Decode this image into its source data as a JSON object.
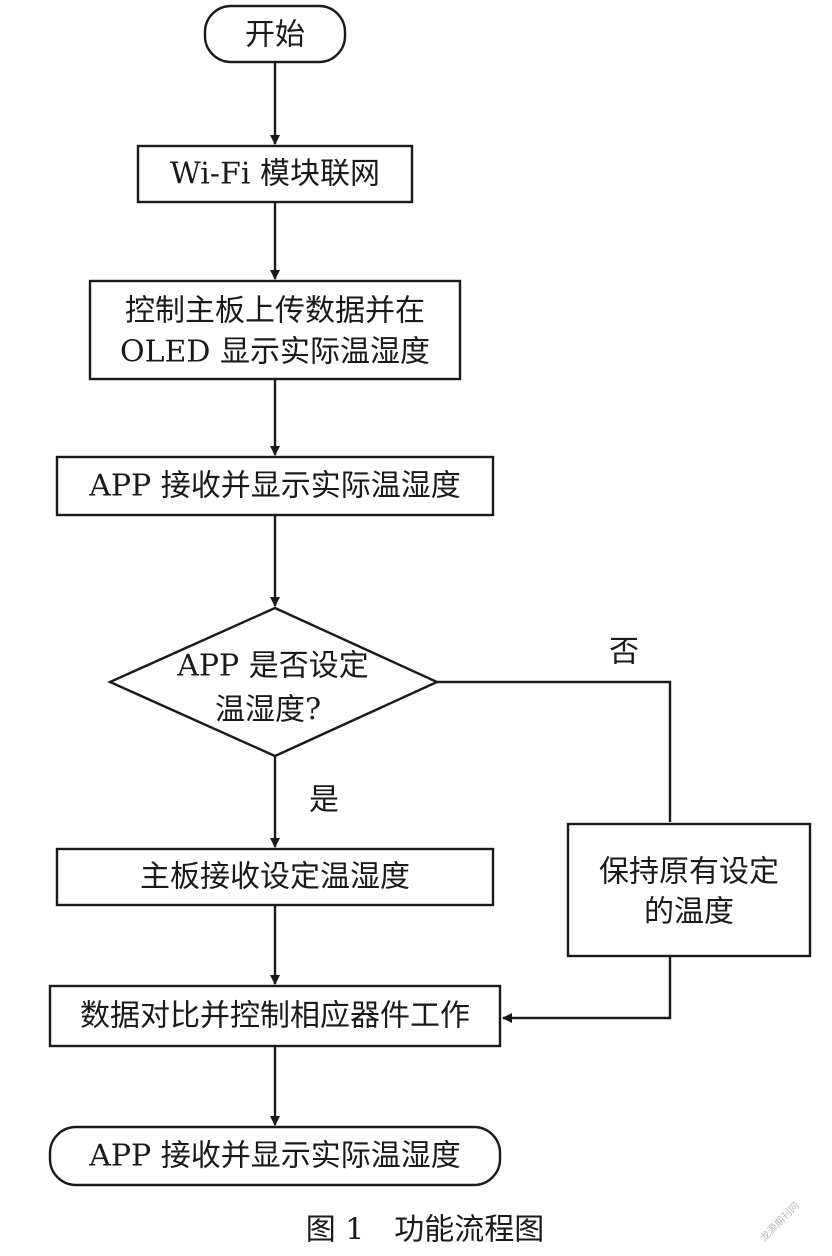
{
  "flowchart": {
    "start": "开始",
    "wifi": "Wi-Fi 模块联网",
    "upload": [
      "控制主板上传数据并在",
      "OLED 显示实际温湿度"
    ],
    "app_receive": "APP 接收并显示实际温湿度",
    "decision": [
      "APP 是否设定",
      "温湿度?"
    ],
    "yes_label": "是",
    "no_label": "否",
    "board_receive": "主板接收设定温湿度",
    "keep": [
      "保持原有设定",
      "的温度"
    ],
    "compare": "数据对比并控制相应器件工作",
    "end": "APP 接收并显示实际温湿度"
  },
  "caption": "图 1　功能流程图",
  "watermark": "龙源期刊网"
}
